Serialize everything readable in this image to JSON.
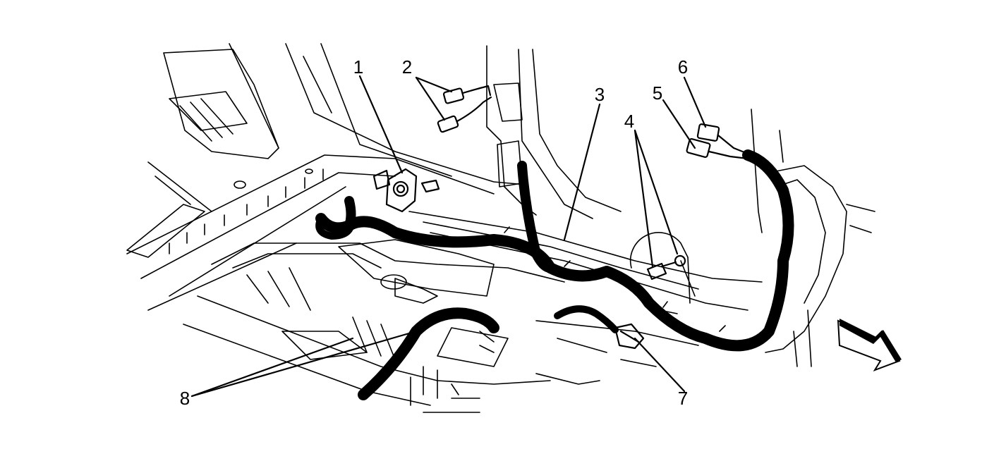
{
  "diagram": {
    "colors": {
      "ink": "#000000",
      "paper": "#ffffff"
    },
    "callouts": [
      {
        "id": "1",
        "label": "1"
      },
      {
        "id": "2",
        "label": "2"
      },
      {
        "id": "3",
        "label": "3"
      },
      {
        "id": "4",
        "label": "4"
      },
      {
        "id": "5",
        "label": "5"
      },
      {
        "id": "6",
        "label": "6"
      },
      {
        "id": "7",
        "label": "7"
      },
      {
        "id": "8",
        "label": "8"
      }
    ],
    "direction_arrow": "front-of-vehicle-arrow-icon"
  }
}
